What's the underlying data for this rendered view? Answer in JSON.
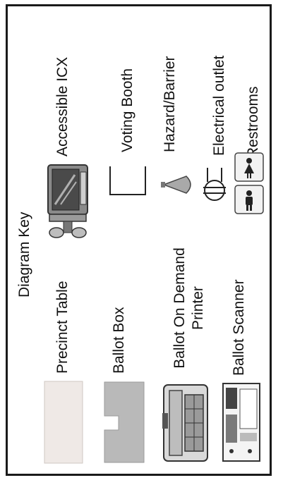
{
  "key_title": "Diagram Key",
  "legend": {
    "precinct_table": "Precinct Table",
    "ballot_box": "Ballot Box",
    "ballot_on_demand_printer_line1": "Ballot On Demand",
    "ballot_on_demand_printer_line2": "Printer",
    "ballot_scanner": "Ballot Scanner",
    "accessible_icx": "Accessible ICX",
    "voting_booth": "Voting Booth",
    "hazard_barrier": "Hazard/Barrier",
    "electrical_outlet": "Electrical outlet",
    "restrooms": "Restrooms"
  },
  "icons": [
    "precinct-table-icon",
    "ballot-box-icon",
    "bod-printer-icon",
    "ballot-scanner-icon",
    "accessible-icx-icon",
    "voting-booth-icon",
    "hazard-cone-icon",
    "electrical-outlet-icon",
    "restroom-women-icon",
    "restroom-men-icon"
  ]
}
